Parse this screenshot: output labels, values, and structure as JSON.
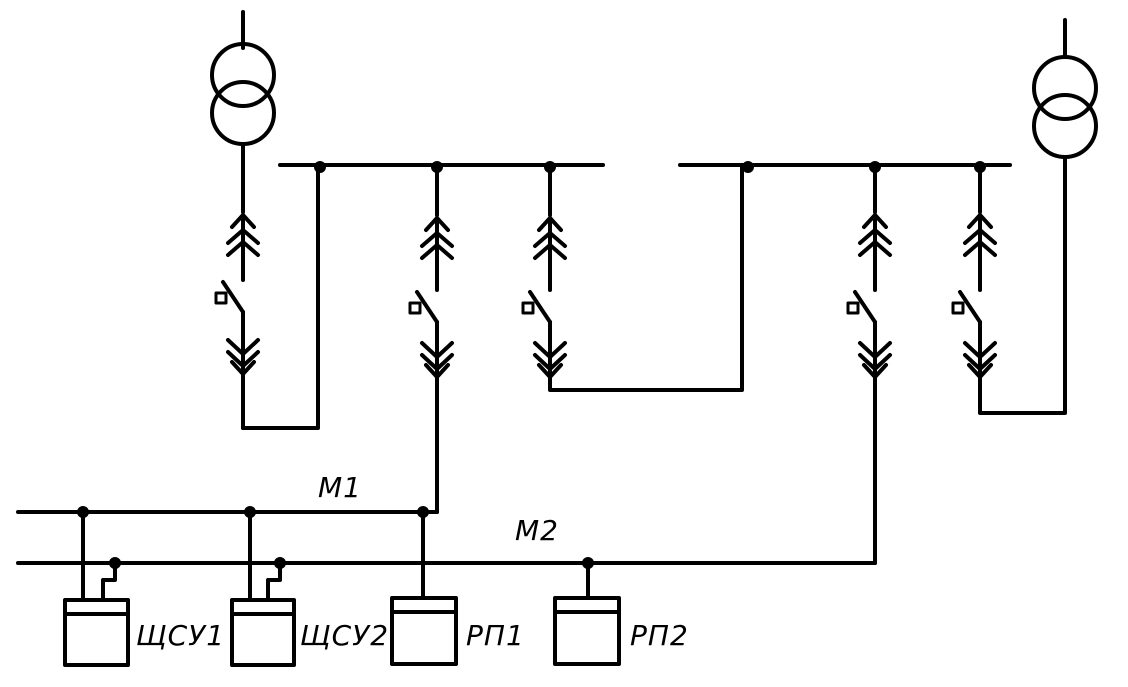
{
  "labels": {
    "bus_m1": "М1",
    "bus_m2": "М2",
    "panel_1": "ЩСУ1",
    "panel_2": "ЩСУ2",
    "dp_1": "РП1",
    "dp_2": "РП2"
  }
}
